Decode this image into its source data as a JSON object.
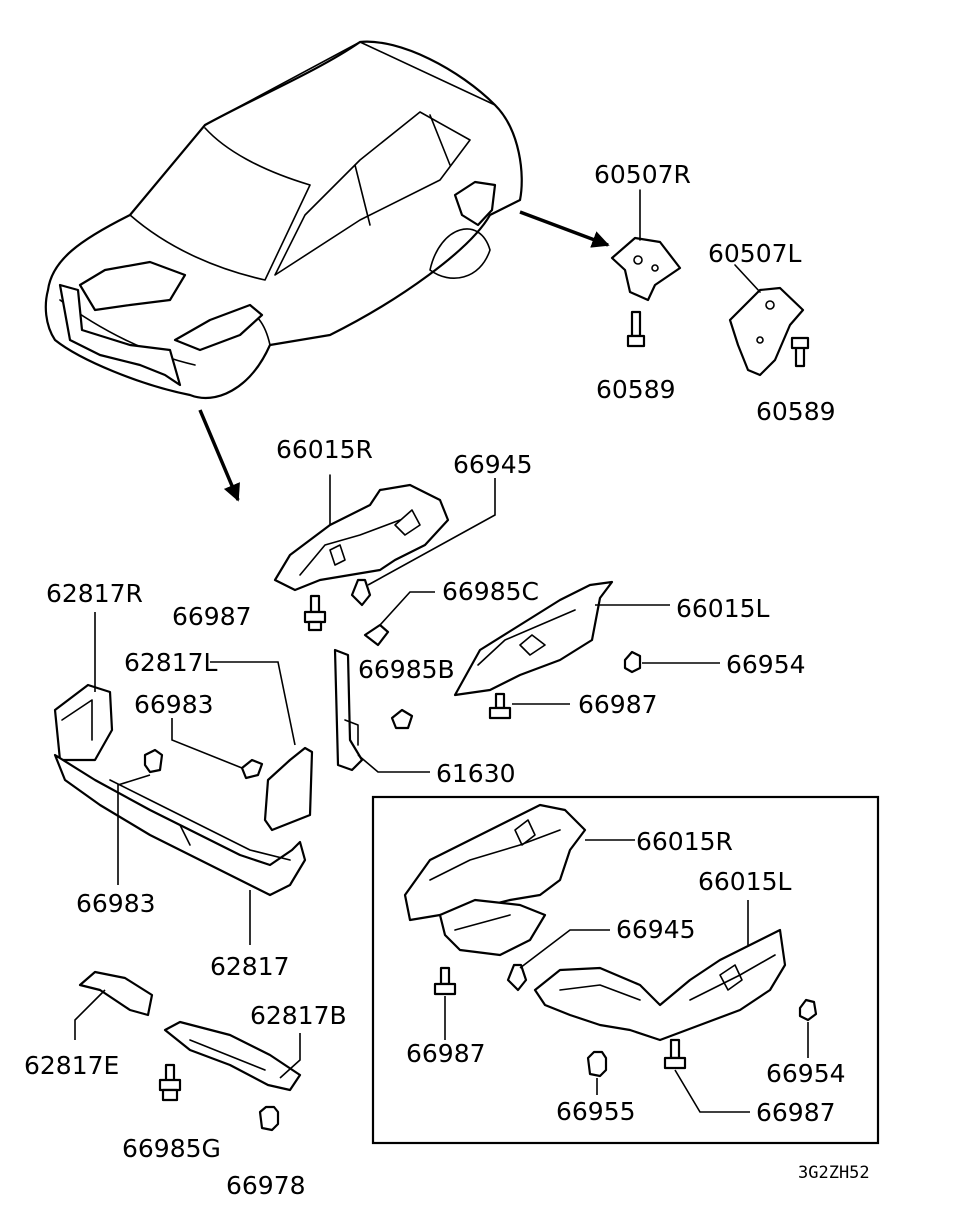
{
  "labels": {
    "l60507R": "60507R",
    "l60507L": "60507L",
    "l60589a": "60589",
    "l60589b": "60589",
    "l66015R": "66015R",
    "l66945": "66945",
    "l62817R": "62817R",
    "l66987a": "66987",
    "l66985C": "66985C",
    "l66015L": "66015L",
    "l62817L": "62817L",
    "l66985B": "66985B",
    "l66954a": "66954",
    "l66983a": "66983",
    "l66987b": "66987",
    "l61630": "61630",
    "l66983b": "66983",
    "l62817": "62817",
    "l66015R2": "66015R",
    "l66015L2": "66015L",
    "l66945b": "66945",
    "l62817B": "62817B",
    "l62817E": "62817E",
    "l66987c": "66987",
    "l66954b": "66954",
    "l66955": "66955",
    "l66987d": "66987",
    "l66985G": "66985G",
    "l66978": "66978"
  },
  "figure_code": "3G2ZH52"
}
